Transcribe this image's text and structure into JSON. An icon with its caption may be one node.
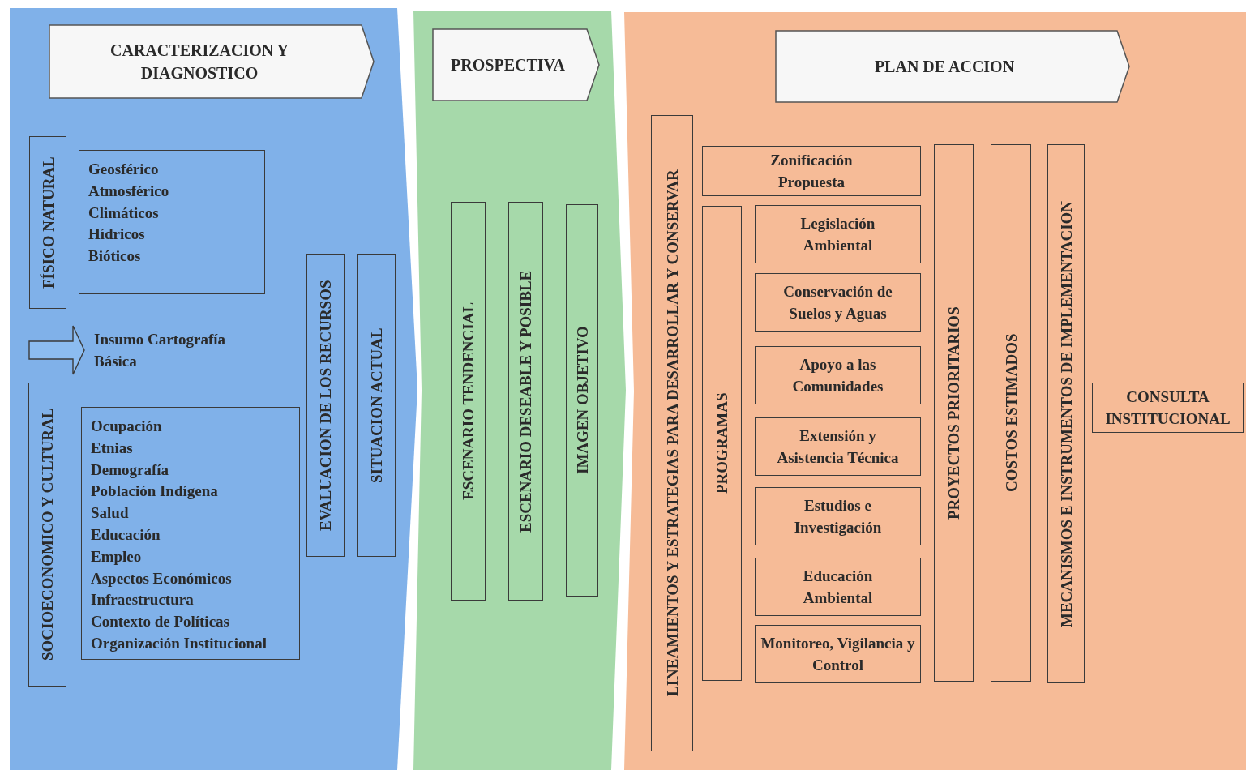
{
  "diagram": {
    "nodes": [
      {
        "text": [],
        "shape": "chevron"
      },
      {
        "text": [
          "CARACTERIZACION Y DIAGNOSTICO"
        ],
        "in": 0
      },
      {
        "text": [
          "FÍSICO NATURAL"
        ],
        "in": 0
      },
      {
        "text": [
          "Geosférico",
          "Atmosférico",
          "Climáticos",
          "Hídricos",
          "Bióticos"
        ],
        "in": 0
      },
      {
        "text": [
          "Insumo Cartografía Básica"
        ],
        "in": 0
      },
      {
        "text": [
          "SOCIOECONOMICO Y CULTURAL"
        ],
        "in": 0
      },
      {
        "text": [
          "Ocupación",
          "Etnias",
          "Demografía",
          "Población Indígena",
          "Salud",
          "Educación",
          "Empleo",
          "Aspectos Económicos",
          "Infraestructura",
          "Contexto de Políticas",
          "Organización Institucional"
        ],
        "in": 0
      },
      {
        "text": [
          "EVALUACION DE LOS RECURSOS"
        ],
        "in": 0
      },
      {
        "text": [
          "SITUACION ACTUAL"
        ],
        "in": 0
      },
      {
        "text": [],
        "shape": "chevron"
      },
      {
        "text": [
          "PROSPECTIVA"
        ],
        "in": 9
      },
      {
        "text": [
          "ESCENARIO TENDENCIAL"
        ],
        "in": 9
      },
      {
        "text": [
          "ESCENARIO DESEABLE Y POSIBLE"
        ],
        "in": 9
      },
      {
        "text": [
          "IMAGEN OBJETIVO"
        ],
        "in": 9
      },
      {
        "text": [],
        "shape": "band"
      },
      {
        "text": [
          "PLAN DE ACCION"
        ],
        "in": 14
      },
      {
        "text": [
          "LINEAMIENTOS Y ESTRATEGIAS PARA DESARROLLAR Y CONSERVAR"
        ],
        "in": 14
      },
      {
        "text": [
          "Zonificación Propuesta"
        ],
        "in": 14
      },
      {
        "text": [
          "PROGRAMAS"
        ],
        "in": 14
      },
      {
        "text": [
          "Legislación Ambiental"
        ],
        "in": 14
      },
      {
        "text": [
          "Conservación de Suelos y Aguas"
        ],
        "in": 14
      },
      {
        "text": [
          "Apoyo a las Comunidades"
        ],
        "in": 14
      },
      {
        "text": [
          "Extensión y Asistencia Técnica"
        ],
        "in": 14
      },
      {
        "text": [
          "Estudios e Investigación"
        ],
        "in": 14
      },
      {
        "text": [
          "Educación Ambiental"
        ],
        "in": 14
      },
      {
        "text": [
          "Monitoreo, Vigilancia y Control"
        ],
        "in": 14
      },
      {
        "text": [
          "PROYECTOS PRIORITARIOS"
        ],
        "in": 14
      },
      {
        "text": [
          "COSTOS ESTIMADOS"
        ],
        "in": 14
      },
      {
        "text": [
          "MECANISMOS E INSTRUMENTOS DE IMPLEMENTACION"
        ],
        "in": 14
      },
      {
        "text": [
          "CONSULTA INSTITUCIONAL"
        ],
        "in": 14
      }
    ],
    "edges": [
      {
        "from": null,
        "to": 4,
        "arrow": "to"
      }
    ]
  }
}
